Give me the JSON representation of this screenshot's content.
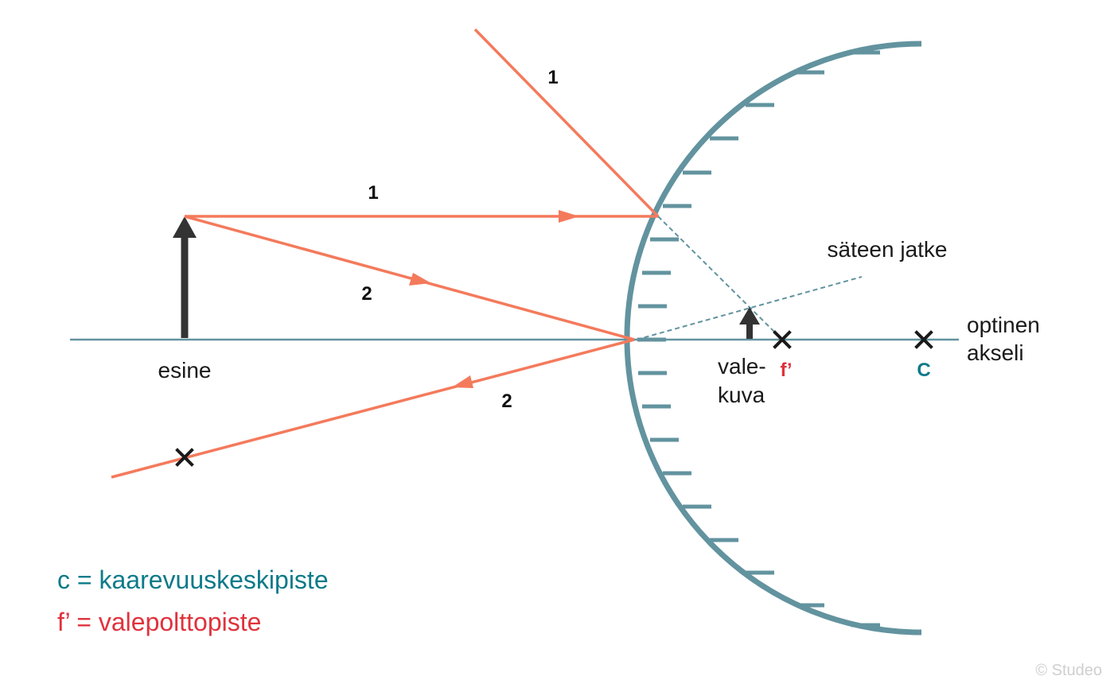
{
  "labels": {
    "ray_1_incident": "1",
    "ray_1_reflected": "1",
    "ray_2_incident": "2",
    "ray_2_reflected": "2",
    "object": "esine",
    "extension": "säteen jatke",
    "axis_line1": "optinen",
    "axis_line2": "akseli",
    "virtual_line1": "vale-",
    "virtual_line2": "kuva",
    "focal_point": "f’",
    "center": "C"
  },
  "legend": {
    "center_def": "c = kaarevuuskeskipiste",
    "focal_def": "f’ = valepolttopiste"
  },
  "copyright": "© Studeo",
  "colors": {
    "ray": "#f47a5c",
    "mirror": "#62939f",
    "axis": "#62939f",
    "teal_text": "#0d7a8a",
    "red_text": "#e0323c",
    "object_arrow": "#333333",
    "marker": "#1a1a1a"
  }
}
